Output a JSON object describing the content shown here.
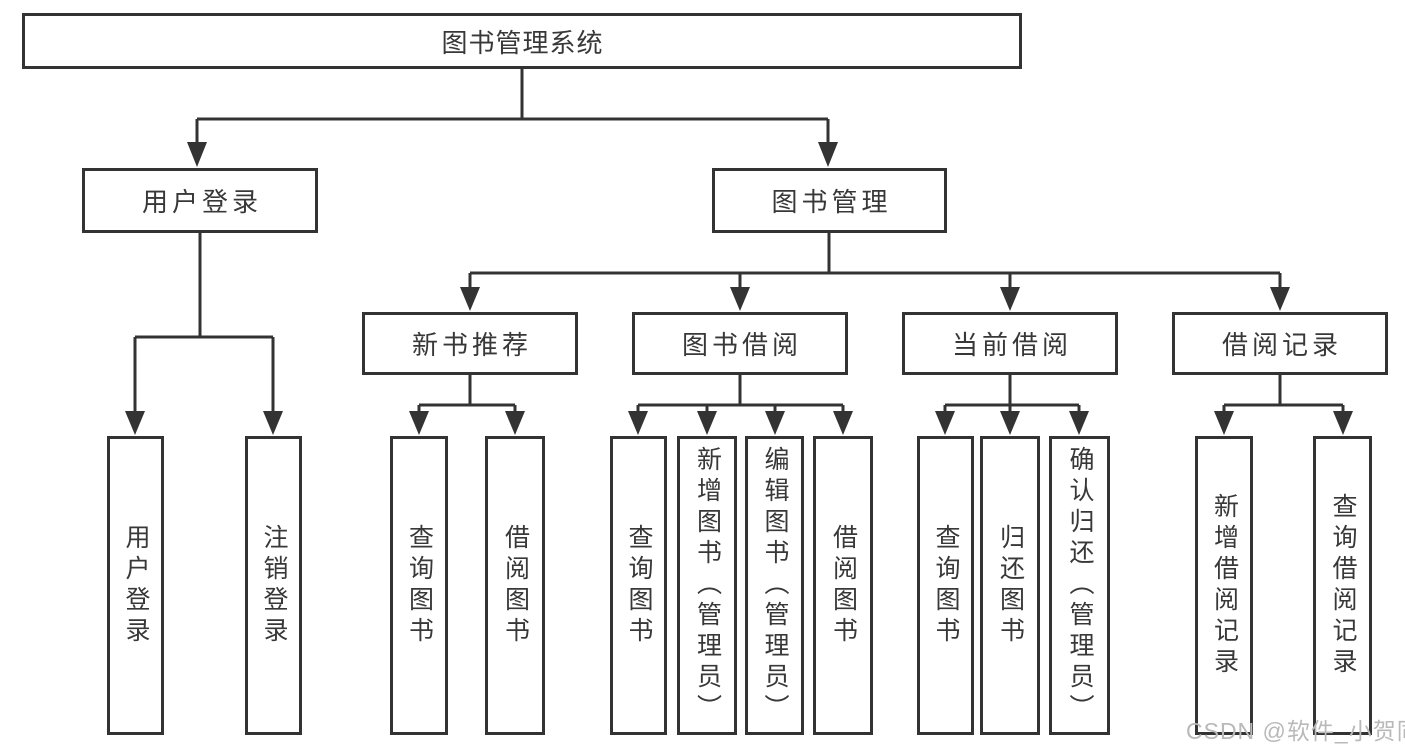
{
  "diagram_type": "function-structure-tree",
  "tree": {
    "root": {
      "label": "图书管理系统",
      "children": [
        {
          "label": "用户登录",
          "children": [
            {
              "label": "用户登录"
            },
            {
              "label": "注销登录"
            }
          ]
        },
        {
          "label": "图书管理",
          "children": [
            {
              "label": "新书推荐",
              "children": [
                {
                  "label": "查询图书"
                },
                {
                  "label": "借阅图书"
                }
              ]
            },
            {
              "label": "图书借阅",
              "children": [
                {
                  "label": "查询图书"
                },
                {
                  "label": "新增图书（管理员）"
                },
                {
                  "label": "编辑图书（管理员）"
                },
                {
                  "label": "借阅图书"
                }
              ]
            },
            {
              "label": "当前借阅",
              "children": [
                {
                  "label": "查询图书"
                },
                {
                  "label": "归还图书"
                },
                {
                  "label": "确认归还（管理员）"
                }
              ]
            },
            {
              "label": "借阅记录",
              "children": [
                {
                  "label": "新增借阅记录"
                },
                {
                  "label": "查询借阅记录"
                }
              ]
            }
          ]
        }
      ]
    }
  },
  "watermark": "CSDN @软件_小贺同学",
  "colors": {
    "line": "#333333",
    "border": "#333333",
    "text": "#383838",
    "watermark": "#b9b9b9",
    "background": "#ffffff"
  }
}
